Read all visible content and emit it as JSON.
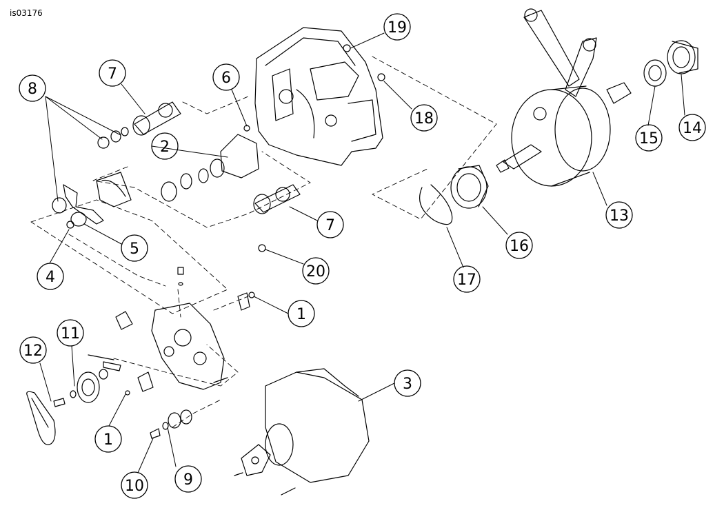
{
  "figure_id": "is03176",
  "callouts": [
    {
      "label": "1"
    },
    {
      "label": "1"
    },
    {
      "label": "2"
    },
    {
      "label": "3"
    },
    {
      "label": "4"
    },
    {
      "label": "5"
    },
    {
      "label": "6"
    },
    {
      "label": "7"
    },
    {
      "label": "7"
    },
    {
      "label": "8"
    },
    {
      "label": "9"
    },
    {
      "label": "10"
    },
    {
      "label": "11"
    },
    {
      "label": "12"
    },
    {
      "label": "13"
    },
    {
      "label": "14"
    },
    {
      "label": "15"
    },
    {
      "label": "16"
    },
    {
      "label": "17"
    },
    {
      "label": "18"
    },
    {
      "label": "19"
    },
    {
      "label": "20"
    }
  ]
}
